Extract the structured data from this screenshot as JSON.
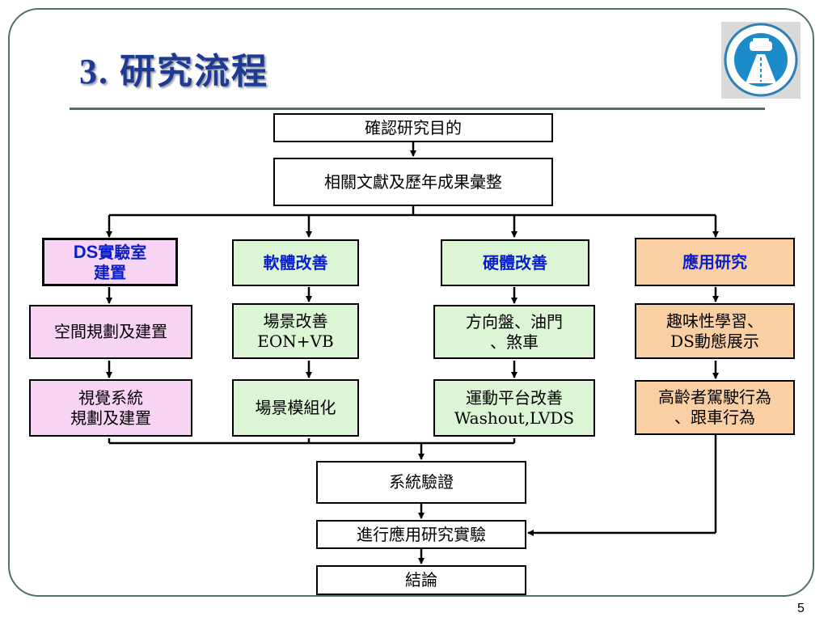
{
  "slide": {
    "title": "3. 研究流程",
    "page_number": "5"
  },
  "flow": {
    "step1": "確認研究目的",
    "step2": "相關文獻及歷年成果彙整",
    "columns": [
      {
        "header_prefix": "DS",
        "header": "實驗室\n建置",
        "color": "#f7d3f4",
        "steps": [
          "空間規劃及建置",
          "視覺系統\n規劃及建置"
        ]
      },
      {
        "header_prefix": "",
        "header": "軟體改善",
        "color": "#dcf5d5",
        "steps": [
          "場景改善\nEON+VB",
          "場景模組化"
        ]
      },
      {
        "header_prefix": "",
        "header": "硬體改善",
        "color": "#dcf5d5",
        "steps": [
          "方向盤、油門\n、煞車",
          "運動平台改善\nWashout,LVDS"
        ]
      },
      {
        "header_prefix": "",
        "header": "應用研究",
        "color": "#fbcfa4",
        "steps": [
          "趣味性學習、\nDS動態展示",
          "高齡者駕駛行為\n、跟車行為"
        ]
      }
    ],
    "verify": "系統驗證",
    "experiment": "進行應用研究實驗",
    "conclusion": "結論"
  }
}
